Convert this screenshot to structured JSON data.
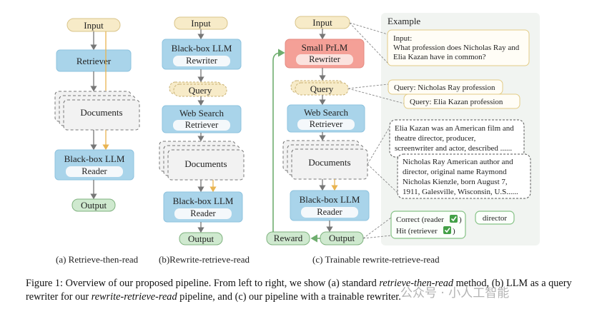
{
  "column_a": {
    "input": "Input",
    "retriever": "Retriever",
    "documents": "Documents",
    "llm_title": "Black-box LLM",
    "llm_role": "Reader",
    "output": "Output",
    "subcaption": "(a) Retrieve-then-read"
  },
  "column_b": {
    "input": "Input",
    "llm_title": "Black-box LLM",
    "llm_role": "Rewriter",
    "query": "Query",
    "search_title": "Web Search",
    "search_role": "Retriever",
    "documents": "Documents",
    "reader_title": "Black-box LLM",
    "reader_role": "Reader",
    "output": "Output",
    "subcaption": "(b)Rewrite-retrieve-read"
  },
  "column_c": {
    "input": "Input",
    "prlm_title": "Small PrLM",
    "prlm_role": "Rewriter",
    "query": "Query",
    "search_title": "Web Search",
    "search_role": "Retriever",
    "documents": "Documents",
    "reader_title": "Black-box LLM",
    "reader_role": "Reader",
    "output": "Output",
    "reward": "Reward",
    "subcaption": "(c) Trainable rewrite-retrieve-read"
  },
  "example": {
    "title": "Example",
    "input_lines": [
      "Input:",
      "What profession does Nicholas Ray and",
      "Elia Kazan have in common?"
    ],
    "query1": "Query: Nicholas Ray profession",
    "query2": "Query: Elia Kazan profession",
    "doc1_lines": [
      "Elia Kazan was an American film and",
      "theatre director, producer,",
      "screenwriter and actor, described  ......"
    ],
    "doc2_lines": [
      "Nicholas Ray American author and",
      "director, original name Raymond",
      "Nicholas Kienzle, born August 7,",
      "1911, Galesville, Wisconsin, U.S......"
    ],
    "correct": "Correct (reader",
    "hit": "Hit (retriever",
    "closing_paren": ")",
    "answer": "director"
  },
  "caption": {
    "label": "Figure 1:",
    "part1": "Overview of our proposed pipeline. From left to right, we show (a) standard",
    "em1": "retrieve-then-read",
    "part2": "method,",
    "part3": "(b) LLM as a query rewriter for our",
    "em2": "rewrite-retrieve-read",
    "part4": "pipeline, and (c) our pipeline with a trainable rewriter."
  },
  "watermark": "公众号 · 小人工智能"
}
